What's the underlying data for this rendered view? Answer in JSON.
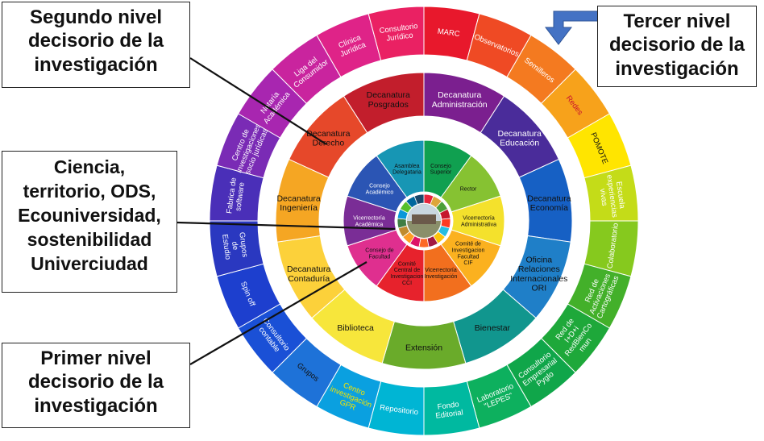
{
  "callouts": {
    "second": [
      "Segundo nivel",
      "decisorio de la",
      "investigación"
    ],
    "third": [
      "Tercer nivel",
      "decisorio de la",
      "investigación"
    ],
    "center": [
      "Ciencia,",
      "territorio, ODS,",
      "Ecouniversidad,",
      "sostenibilidad",
      "Univerciudad"
    ],
    "first": [
      "Primer nivel",
      "decisorio de la",
      "investigación"
    ]
  },
  "outer_ring": [
    {
      "lines": [
        "MARC"
      ],
      "color": "#e8182c",
      "text_color": "#ffffff"
    },
    {
      "lines": [
        "Observatorios"
      ],
      "color": "#ef4a24",
      "text_color": "#ffffff"
    },
    {
      "lines": [
        "Semilleros"
      ],
      "color": "#f47a20",
      "text_color": "#ffffff"
    },
    {
      "lines": [
        "Redes"
      ],
      "color": "#f7a21b",
      "text_color": "#c8102e"
    },
    {
      "lines": [
        "POMOTE"
      ],
      "color": "#ffe500",
      "text_color": "#111111"
    },
    {
      "lines": [
        "Escuela",
        "experiencias",
        "vivas"
      ],
      "color": "#c4dc18",
      "text_color": "#ffffff"
    },
    {
      "lines": [
        "Colaboratorio"
      ],
      "color": "#86c91e",
      "text_color": "#ffffff"
    },
    {
      "lines": [
        "Red de",
        "Activaciones",
        "Cartográficas"
      ],
      "color": "#43b02a",
      "text_color": "#ffffff"
    },
    {
      "lines": [
        "Red de",
        "I+D+i",
        "RedBienCo",
        "mun"
      ],
      "color": "#1ea83a",
      "text_color": "#ffffff"
    },
    {
      "lines": [
        "Consultorio",
        "Empresarial",
        "Pyglo"
      ],
      "color": "#10a64a",
      "text_color": "#ffffff"
    },
    {
      "lines": [
        "Laboratorio",
        "\"LEPES\""
      ],
      "color": "#0db05e",
      "text_color": "#ffffff"
    },
    {
      "lines": [
        "Fondo",
        "Editorial"
      ],
      "color": "#00b9a0",
      "text_color": "#ffffff"
    },
    {
      "lines": [
        "Repositorio"
      ],
      "color": "#00b5d4",
      "text_color": "#ffffff"
    },
    {
      "lines": [
        "Centro",
        "investigación",
        "GPR"
      ],
      "color": "#0aa0e0",
      "text_color": "#f5e400"
    },
    {
      "lines": [
        "Grupos"
      ],
      "color": "#1e72d8",
      "text_color": "#111111"
    },
    {
      "lines": [
        "Consultorio",
        "contable"
      ],
      "color": "#1a50d6",
      "text_color": "#ffffff"
    },
    {
      "lines": [
        "Spin off"
      ],
      "color": "#1d3fce",
      "text_color": "#ffffff"
    },
    {
      "lines": [
        "Grupos",
        "de",
        "Estudio"
      ],
      "color": "#2a38c0",
      "text_color": "#ffffff"
    },
    {
      "lines": [
        "Fabrica de",
        "software"
      ],
      "color": "#4a2fb8",
      "text_color": "#ffffff"
    },
    {
      "lines": [
        "Centro de",
        "investigaciones",
        "socio jurídicas"
      ],
      "color": "#7a2bb5",
      "text_color": "#ffffff"
    },
    {
      "lines": [
        "Notaría",
        "Académica"
      ],
      "color": "#a826b0",
      "text_color": "#ffffff"
    },
    {
      "lines": [
        "Liga del",
        "Consumidor"
      ],
      "color": "#c9249e",
      "text_color": "#ffffff"
    },
    {
      "lines": [
        "Clínica",
        "Jurídica"
      ],
      "color": "#df2388",
      "text_color": "#ffffff"
    },
    {
      "lines": [
        "Consultorio",
        "Jurídico"
      ],
      "color": "#ea2163",
      "text_color": "#ffffff"
    }
  ],
  "middle_ring": [
    {
      "lines": [
        "Decanatura",
        "Administración"
      ],
      "color": "#7b1f8f",
      "text_color": "#ffffff"
    },
    {
      "lines": [
        "Decanatura",
        "Educación"
      ],
      "color": "#4a2c9a",
      "text_color": "#ffffff"
    },
    {
      "lines": [
        "Decanatura",
        "Economía"
      ],
      "color": "#1660c4",
      "text_color": "#111111"
    },
    {
      "lines": [
        "Oficina",
        "Relaciones",
        "Internacionales",
        "ORI"
      ],
      "color": "#1f7fc8",
      "text_color": "#111111"
    },
    {
      "lines": [
        "Bienestar"
      ],
      "color": "#11968e",
      "text_color": "#111111"
    },
    {
      "lines": [
        "Extensión"
      ],
      "color": "#6aab2a",
      "text_color": "#111111"
    },
    {
      "lines": [
        "Biblioteca"
      ],
      "color": "#f7e63b",
      "text_color": "#111111"
    },
    {
      "lines": [
        "Decanatura",
        "Contaduría"
      ],
      "color": "#fcd13a",
      "text_color": "#111111"
    },
    {
      "lines": [
        "Decanatura",
        "Ingeniería"
      ],
      "color": "#f5a623",
      "text_color": "#111111"
    },
    {
      "lines": [
        "Decanatura",
        "Derecho"
      ],
      "color": "#e6482a",
      "text_color": "#111111"
    },
    {
      "lines": [
        "Decanatura",
        "Posgrados"
      ],
      "color": "#c21e2c",
      "text_color": "#111111"
    }
  ],
  "inner_ring": [
    {
      "lines": [
        "Consejo",
        "Superior"
      ],
      "color": "#10a050",
      "text_color": "#111111"
    },
    {
      "lines": [
        "Rector"
      ],
      "color": "#86c232",
      "text_color": "#111111"
    },
    {
      "lines": [
        "Vicerrectoría",
        "Administrativa"
      ],
      "color": "#f4e12c",
      "text_color": "#111111"
    },
    {
      "lines": [
        "Comité de",
        "Investigacion",
        "Facultad",
        "CIF"
      ],
      "color": "#fbb11f",
      "text_color": "#111111"
    },
    {
      "lines": [
        "Vicerrectoría",
        "Investigación"
      ],
      "color": "#f26f1e",
      "text_color": "#111111"
    },
    {
      "lines": [
        "Comité",
        "Central de",
        "Investigacion",
        "CCI"
      ],
      "color": "#e7222c",
      "text_color": "#111111"
    },
    {
      "lines": [
        "Consejo de",
        "Facultad"
      ],
      "color": "#df2f8f",
      "text_color": "#111111"
    },
    {
      "lines": [
        "Vicerrectoría",
        "Académica"
      ],
      "color": "#7a2d96",
      "text_color": "#ffffff"
    },
    {
      "lines": [
        "Consejo",
        "Académico"
      ],
      "color": "#2b55b4",
      "text_color": "#ffffff"
    },
    {
      "lines": [
        "Asamblea",
        "Delegataria"
      ],
      "color": "#1796b4",
      "text_color": "#111111"
    }
  ],
  "center_tiles": [
    "#e5243b",
    "#dda63a",
    "#4c9f38",
    "#c5192d",
    "#ff3a21",
    "#26bde2",
    "#fcc30b",
    "#a21942",
    "#fd6925",
    "#dd1367",
    "#fd9d24",
    "#bf8b2e",
    "#3f7e44",
    "#0a97d9",
    "#56c02b",
    "#00689d",
    "#19486a"
  ]
}
